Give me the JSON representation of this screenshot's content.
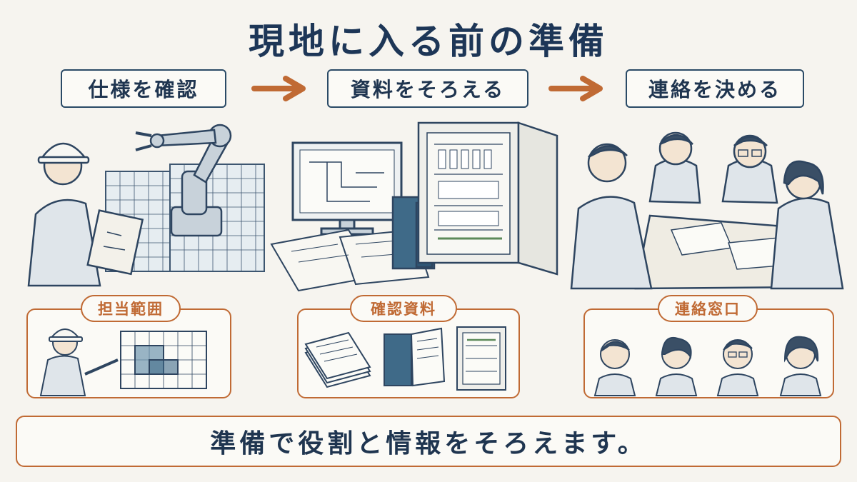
{
  "title": "現地に入る前の準備",
  "steps": [
    {
      "label": "仕様を確認"
    },
    {
      "label": "資料をそろえる"
    },
    {
      "label": "連絡を決める"
    }
  ],
  "panels": [
    {
      "tag": "担当範囲"
    },
    {
      "tag": "確認資料"
    },
    {
      "tag": "連絡窓口"
    }
  ],
  "summary": "準備で役割と情報をそろえます。",
  "colors": {
    "navy": "#1f3550",
    "accent": "#c06a34",
    "background": "#f6f4ef"
  }
}
